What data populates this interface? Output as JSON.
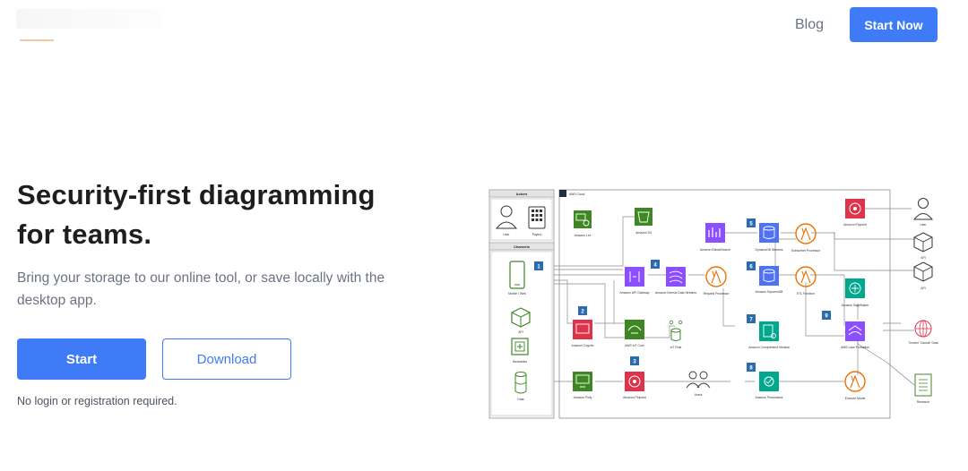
{
  "header": {
    "nav_blog": "Blog",
    "start_now_label": "Start Now"
  },
  "hero": {
    "title_line1": "Security-first diagramming",
    "title_line2": "for teams.",
    "subtitle": "Bring your storage to our online tool, or save locally with the desktop app.",
    "start_label": "Start",
    "download_label": "Download",
    "note": "No login or registration required."
  },
  "colors": {
    "accent": "#3f7bf6",
    "aws_green": "#3f8624",
    "aws_red": "#dd344c",
    "aws_purple": "#8c4fff",
    "aws_orange": "#ed7100",
    "aws_teal": "#01a88d",
    "aws_blue": "#4d72f3"
  },
  "diagram": {
    "actors_header": "Actors",
    "channels_header": "Channels",
    "cloud_label": "AWS Cloud",
    "actors": [
      {
        "label": "User",
        "icon": "user-icon"
      },
      {
        "label": "Payers",
        "icon": "grid-device-icon"
      }
    ],
    "channels": [
      {
        "label": "Mobile / Web",
        "icon": "mobile-icon"
      },
      {
        "label": "API",
        "icon": "api-cube-icon"
      },
      {
        "label": "Wearables",
        "icon": "chip-icon"
      },
      {
        "label": "Data",
        "icon": "database-icon"
      }
    ],
    "services": [
      {
        "id": "lex",
        "label": "Amazon Lex"
      },
      {
        "id": "s3",
        "label": "Amazon S3"
      },
      {
        "id": "apigw",
        "label": "Amazon API Gateway"
      },
      {
        "id": "kinesis",
        "label": "Amazon Kinesis Data Streams"
      },
      {
        "id": "reqproc",
        "label": "Request Processor"
      },
      {
        "id": "es",
        "label": "Amazon ElasticSearch"
      },
      {
        "id": "ddbs",
        "label": "DynamoDB Streams"
      },
      {
        "id": "subproc",
        "label": "Subscriber Processor"
      },
      {
        "id": "ddb",
        "label": "Amazon DynamoDB"
      },
      {
        "id": "etl",
        "label": "ETL Function"
      },
      {
        "id": "pinpoint_top",
        "label": "Amazon Pinpoint"
      },
      {
        "id": "cognito",
        "label": "Amazon Cognito"
      },
      {
        "id": "iotcore",
        "label": "AWS IoT Core"
      },
      {
        "id": "iotrule",
        "label": "IoT Rule"
      },
      {
        "id": "comprehend",
        "label": "Amazon Comprehend Medical"
      },
      {
        "id": "sagemaker",
        "label": "Amazon SageMaker"
      },
      {
        "id": "lake",
        "label": "AWS Lake Formation"
      },
      {
        "id": "polly",
        "label": "Amazon Polly"
      },
      {
        "id": "pinpoint",
        "label": "Amazon Pinpoint"
      },
      {
        "id": "users",
        "label": "Users"
      },
      {
        "id": "personalize",
        "label": "Amazon Personalize"
      },
      {
        "id": "execmodel",
        "label": "Execute Model"
      }
    ],
    "external": [
      {
        "label": "User"
      },
      {
        "label": "API"
      },
      {
        "label": "API"
      },
      {
        "label": "Trusted \"Causal\" Data"
      },
      {
        "label": "Research"
      }
    ],
    "badges": [
      "1",
      "2",
      "3",
      "4",
      "5",
      "6",
      "7",
      "8",
      "9"
    ]
  }
}
